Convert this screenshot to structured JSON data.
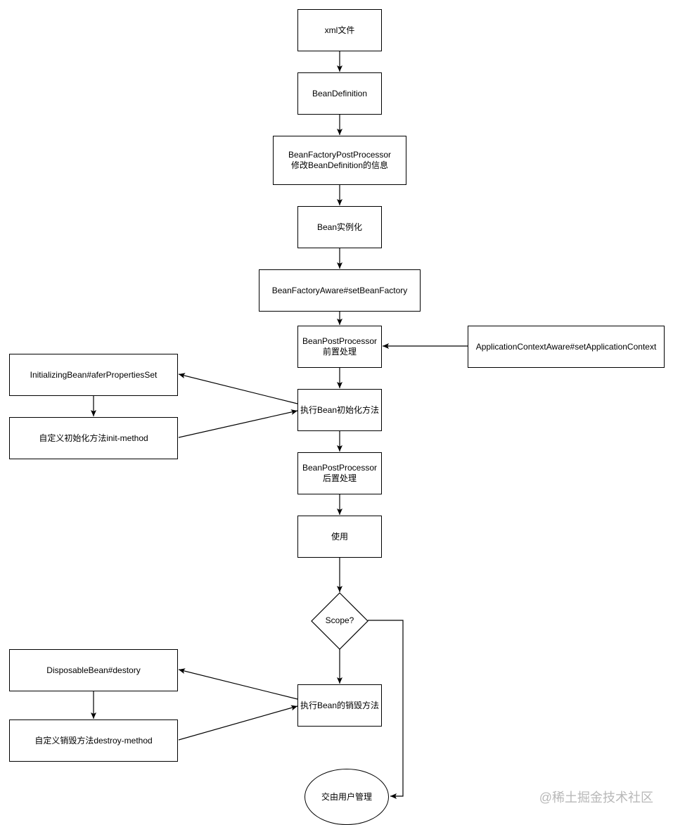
{
  "nodes": {
    "xml": "xml文件",
    "bean_definition": "BeanDefinition",
    "bfpp": "BeanFactoryPostProcessor\n修改BeanDefinition的信息",
    "instantiate": "Bean实例化",
    "bean_factory_aware": "BeanFactoryAware#setBeanFactory",
    "bpp_before": "BeanPostProcessor\n前置处理",
    "app_context_aware": "ApplicationContextAware#setApplicationContext",
    "initializing_bean": "InitializingBean#aferPropertiesSet",
    "init_method": "自定义初始化方法init-method",
    "exec_init": "执行Bean初始化方法",
    "bpp_after": "BeanPostProcessor\n后置处理",
    "use": "使用",
    "scope": "Scope?",
    "disposable_bean": "DisposableBean#destory",
    "destroy_method": "自定义销毁方法destroy-method",
    "exec_destroy": "执行Bean的销毁方法",
    "user_managed": "交由用户管理"
  },
  "watermark": "@稀土掘金技术社区"
}
